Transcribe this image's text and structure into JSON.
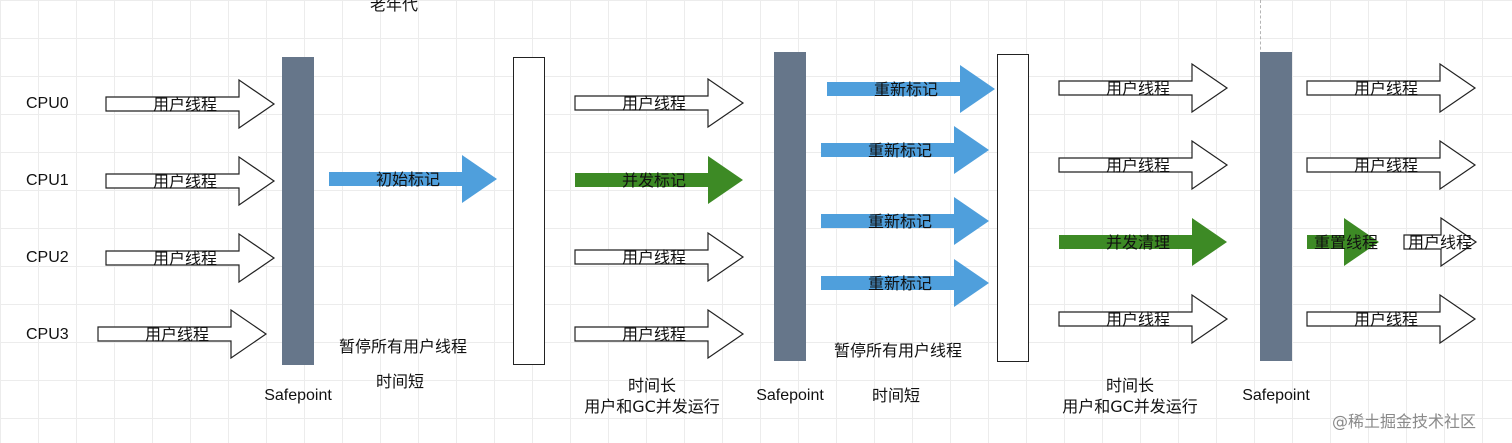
{
  "title": "老年代",
  "cpus": [
    "CPU0",
    "CPU1",
    "CPU2",
    "CPU3"
  ],
  "arrow_labels": {
    "user_thread": "用户线程",
    "initial_mark": "初始标记",
    "concurrent_mark": "并发标记",
    "remark": "重新标记",
    "concurrent_sweep": "并发清理",
    "reset_thread": "重置线程"
  },
  "captions": {
    "safepoint": "Safepoint",
    "pause_all": "暂停所有用户线程",
    "short_time": "时间短",
    "long_time": "时间长",
    "concurrent_run": "用户和GC并发运行"
  },
  "watermark": "@稀土掘金技术社区",
  "colors": {
    "blue": "#4f9fdc",
    "green": "#3d8a25",
    "safepoint_bar": "#66768a",
    "outline": "#222222"
  }
}
